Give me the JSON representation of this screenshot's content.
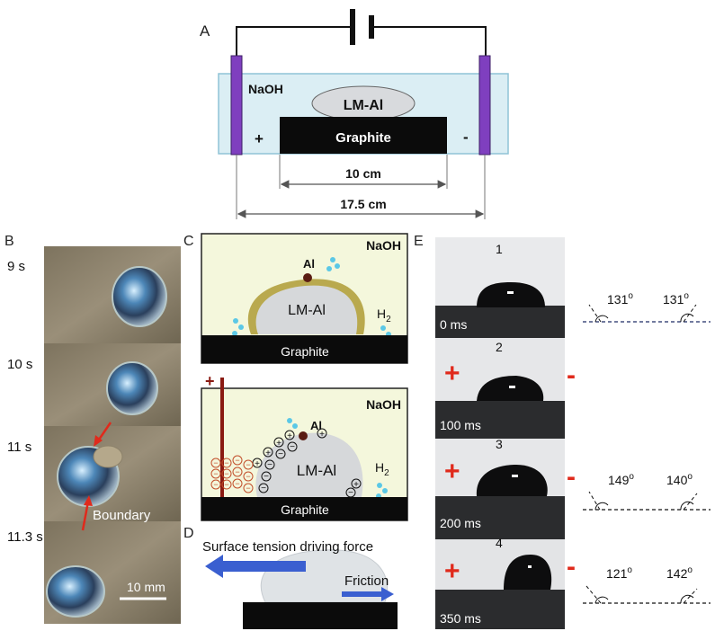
{
  "panels": {
    "a": {
      "letter": "A",
      "electrolyte": "NaOH",
      "droplet": "LM-Al",
      "substrate": "Graphite",
      "plus": "+",
      "minus": "-",
      "dim_inner": "10 cm",
      "dim_outer": "17.5 cm"
    },
    "b": {
      "letter": "B",
      "frames": [
        {
          "time": "9 s"
        },
        {
          "time": "10 s"
        },
        {
          "time": "11 s"
        },
        {
          "time": "11.3 s"
        }
      ],
      "boundary_label": "Boundary",
      "scale_label": "10 mm"
    },
    "c": {
      "letter": "C",
      "top": {
        "electrolyte": "NaOH",
        "al": "Al",
        "droplet": "LM-Al",
        "gas": "H",
        "gas_sub": "2",
        "substrate": "Graphite"
      },
      "bottom": {
        "electrolyte": "NaOH",
        "al": "Al",
        "droplet": "LM-Al",
        "gas": "H",
        "gas_sub": "2",
        "substrate": "Graphite",
        "plus": "+",
        "minus": "-"
      }
    },
    "d": {
      "letter": "D",
      "force_label": "Surface tension driving force",
      "friction_label": "Friction"
    },
    "e": {
      "letter": "E",
      "frames": [
        {
          "index": "1",
          "time": "0 ms"
        },
        {
          "index": "2",
          "time": "100 ms"
        },
        {
          "index": "3",
          "time": "200 ms"
        },
        {
          "index": "4",
          "time": "350 ms"
        }
      ],
      "plus": "+",
      "minus": "-",
      "angles": [
        {
          "left": "131",
          "right": "131"
        },
        {
          "left": "149",
          "right": "140"
        },
        {
          "left": "121",
          "right": "142"
        }
      ],
      "degree_mark": "o"
    }
  },
  "colors": {
    "electrolyte": "#dbeef4",
    "electrode": "#7f3fbf",
    "cell_fill": "#f4f7dc",
    "shell": "#b9a94e",
    "bubble": "#5bc8e6",
    "plus_red": "#e02a1c",
    "arrow_blue": "#3a5fd0",
    "dark_red": "#8a1a12"
  }
}
